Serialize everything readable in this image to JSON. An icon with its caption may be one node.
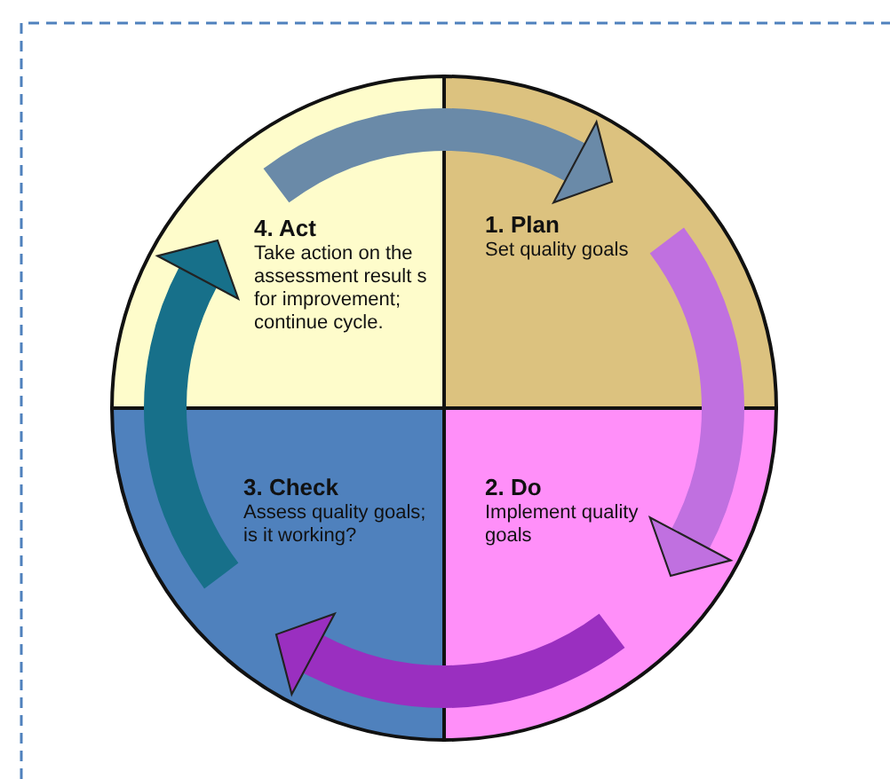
{
  "diagram": {
    "nodes": [
      {
        "text": [
          "4. Act",
          "Take action on the assessment result s for improvement; continue cycle."
        ]
      },
      {
        "text": [
          "1. Plan",
          "Set quality goals"
        ]
      },
      {
        "text": [
          "2. Do",
          "Implement quality goals"
        ]
      },
      {
        "text": [
          "3. Check",
          "Assess quality goals; is it working?"
        ]
      }
    ],
    "edges": [
      {
        "from": 0,
        "to": 1,
        "arrow": "to",
        "color": "#6a8aa8"
      },
      {
        "from": 1,
        "to": 2,
        "arrow": "to",
        "color": "#c070e0"
      },
      {
        "from": 2,
        "to": 3,
        "arrow": "to",
        "color": "#9a2fc0"
      },
      {
        "from": 3,
        "to": 0,
        "arrow": "to",
        "color": "#17708a"
      }
    ]
  }
}
